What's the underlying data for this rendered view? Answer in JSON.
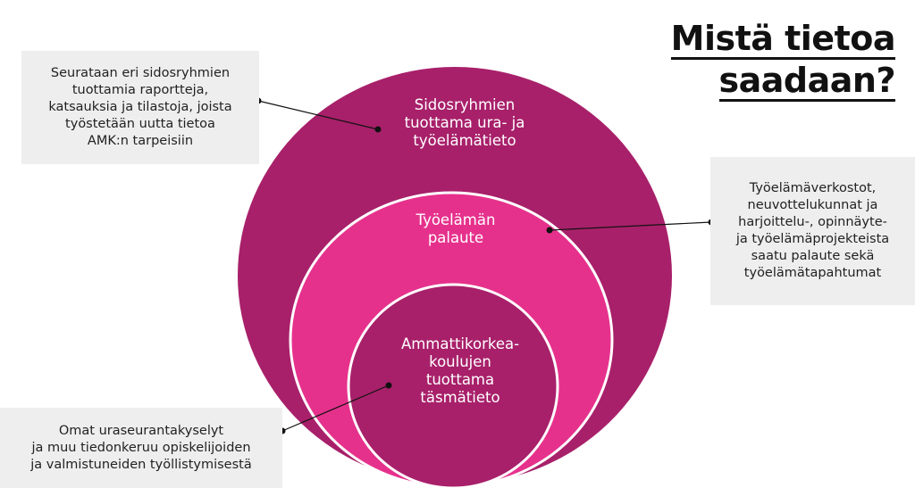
{
  "title": {
    "line1": "Mistä tietoa",
    "line2": "saadaan?"
  },
  "rings": {
    "outer": {
      "lines": [
        "Sidosryhmien",
        "tuottama ura- ja",
        "työelämätieto"
      ],
      "color": "#a8206a"
    },
    "middle": {
      "lines": [
        "Työelämän",
        "palaute"
      ],
      "color": "#e6318c"
    },
    "inner": {
      "lines": [
        "Ammattikorkea-",
        "koulujen",
        "tuottama",
        "täsmätieto"
      ],
      "color": "#a8206a"
    }
  },
  "callouts": {
    "top_left": {
      "lines": [
        "Seurataan eri sidosryhmien",
        "tuottamia raportteja,",
        "katsauksia ja tilastoja, joista",
        "työstetään uutta tietoa",
        "AMK:n tarpeisiin"
      ]
    },
    "right": {
      "lines": [
        "Työelämäverkostot,",
        "neuvottelukunnat ja",
        "harjoittelu-, opinnäyte-",
        "ja työelämäprojekteista",
        "saatu palaute sekä",
        "työelämätapahtumat"
      ]
    },
    "bottom_left": {
      "lines": [
        "Omat uraseurantakyselyt",
        "ja muu tiedonkeruu opiskelijoiden",
        "ja valmistuneiden työllistymisestä"
      ]
    }
  },
  "colors": {
    "callout_bg": "#eeeeee",
    "connector": "#111111",
    "ring_border": "#ffffff"
  }
}
